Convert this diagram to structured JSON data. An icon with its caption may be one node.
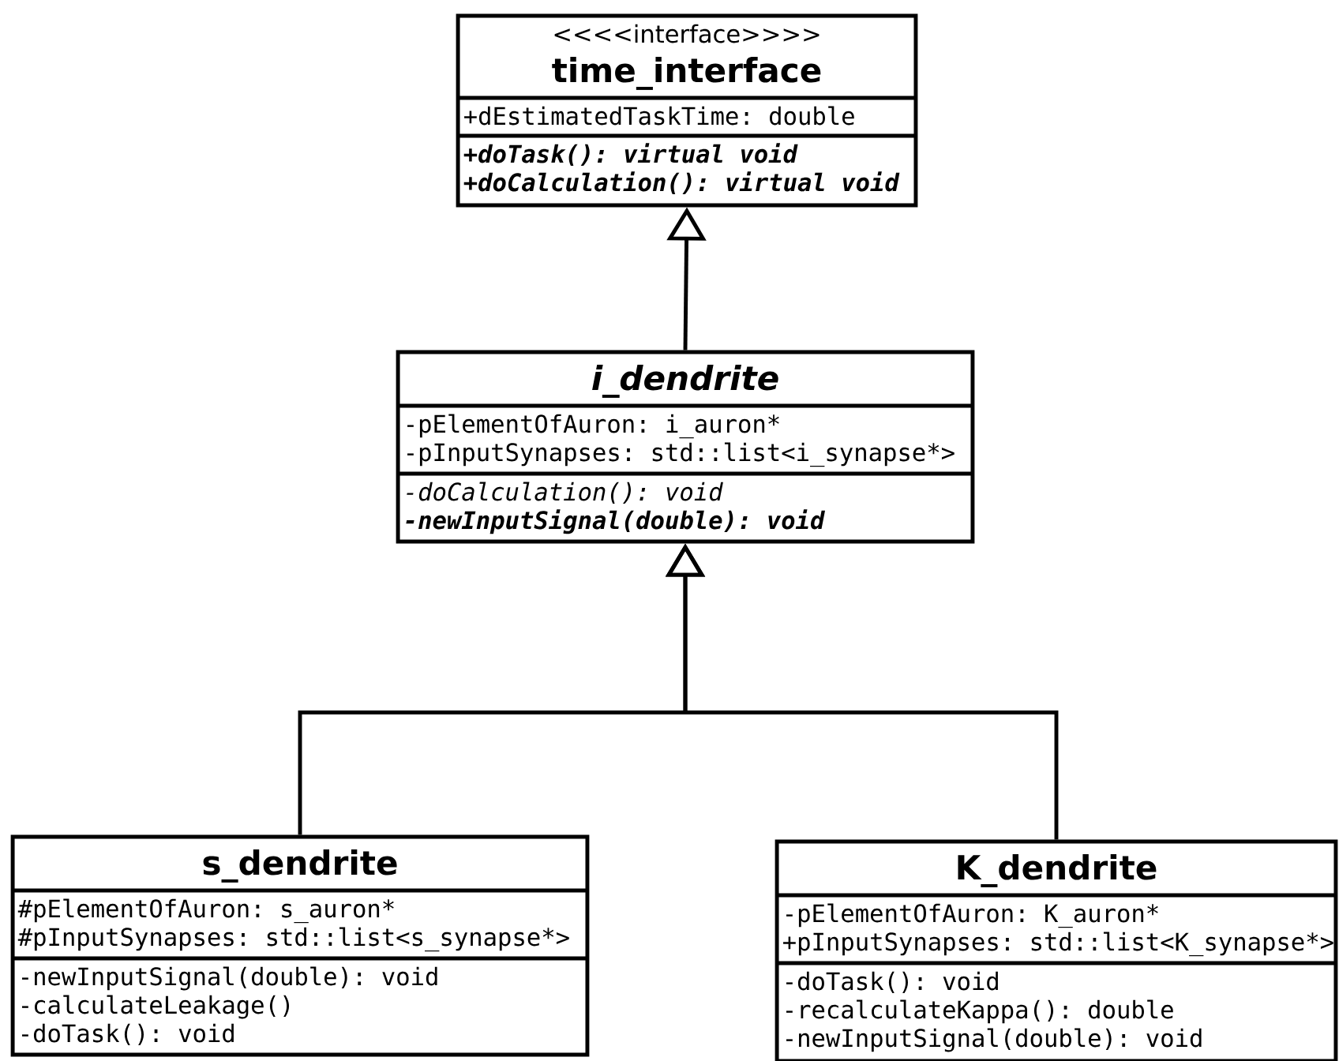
{
  "diagram": {
    "nodes": [
      {
        "text": [
          "<<<<interface>>>>",
          "time_interface",
          "+dEstimatedTaskTime: double",
          "+doTask(): virtual void",
          "+doCalculation(): virtual void"
        ]
      },
      {
        "text": [
          "i_dendrite",
          "-pElementOfAuron: i_auron*",
          "-pInputSynapses: std::list<i_synapse*>",
          "-doCalculation(): void",
          "-newInputSignal(double): void"
        ]
      },
      {
        "text": [
          "s_dendrite",
          "#pElementOfAuron: s_auron*",
          "#pInputSynapses: std::list<s_synapse*>",
          "-newInputSignal(double): void",
          "-calculateLeakage()",
          "-doTask(): void"
        ]
      },
      {
        "text": [
          "K_dendrite",
          "-pElementOfAuron: K_auron*",
          "+pInputSynapses: std::list<K_synapse*>",
          "-doTask(): void",
          "-recalculateKappa(): double",
          "-newInputSignal(double): void"
        ]
      }
    ],
    "edges": [
      {
        "from": 1,
        "to": 0,
        "arrow": "to"
      },
      {
        "from": 2,
        "to": 1,
        "arrow": "to"
      },
      {
        "from": 3,
        "to": 1,
        "arrow": "to"
      }
    ]
  }
}
